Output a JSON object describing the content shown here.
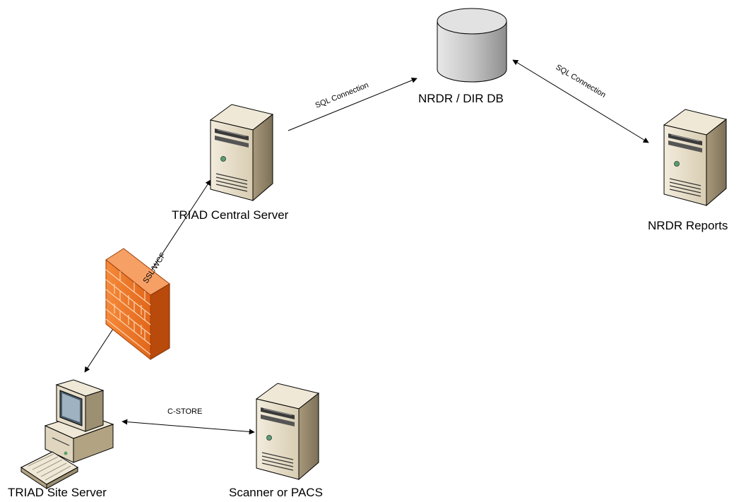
{
  "nodes": {
    "database": {
      "label": "NRDR / DIR DB",
      "icon": "database-cylinder-icon"
    },
    "central_server": {
      "label": "TRIAD Central Server",
      "icon": "tower-server-icon"
    },
    "reports_server": {
      "label": "NRDR Reports",
      "icon": "tower-server-icon"
    },
    "site_server": {
      "label": "TRIAD Site Server",
      "icon": "workstation-computer-icon"
    },
    "scanner": {
      "label": "Scanner or PACS",
      "icon": "tower-server-icon"
    },
    "firewall": {
      "icon": "firewall-brick-wall-icon"
    }
  },
  "edges": {
    "central_to_db": {
      "label": "SQL Connection",
      "from": "central_server",
      "to": "database"
    },
    "db_to_reports": {
      "label": "SQL Connection",
      "from": "database",
      "to": "reports_server"
    },
    "site_to_central": {
      "label": "SSL/WCF",
      "from": "site_server",
      "to": "central_server"
    },
    "site_to_scanner": {
      "label": "C-STORE",
      "from": "site_server",
      "to": "scanner"
    }
  },
  "colors": {
    "server_body": "#e6ddc8",
    "server_shade": "#b9ab8a",
    "firewall": "#f07a24",
    "firewall_dark": "#c8500d",
    "database": "#c9c9c9",
    "line": "#000000"
  }
}
